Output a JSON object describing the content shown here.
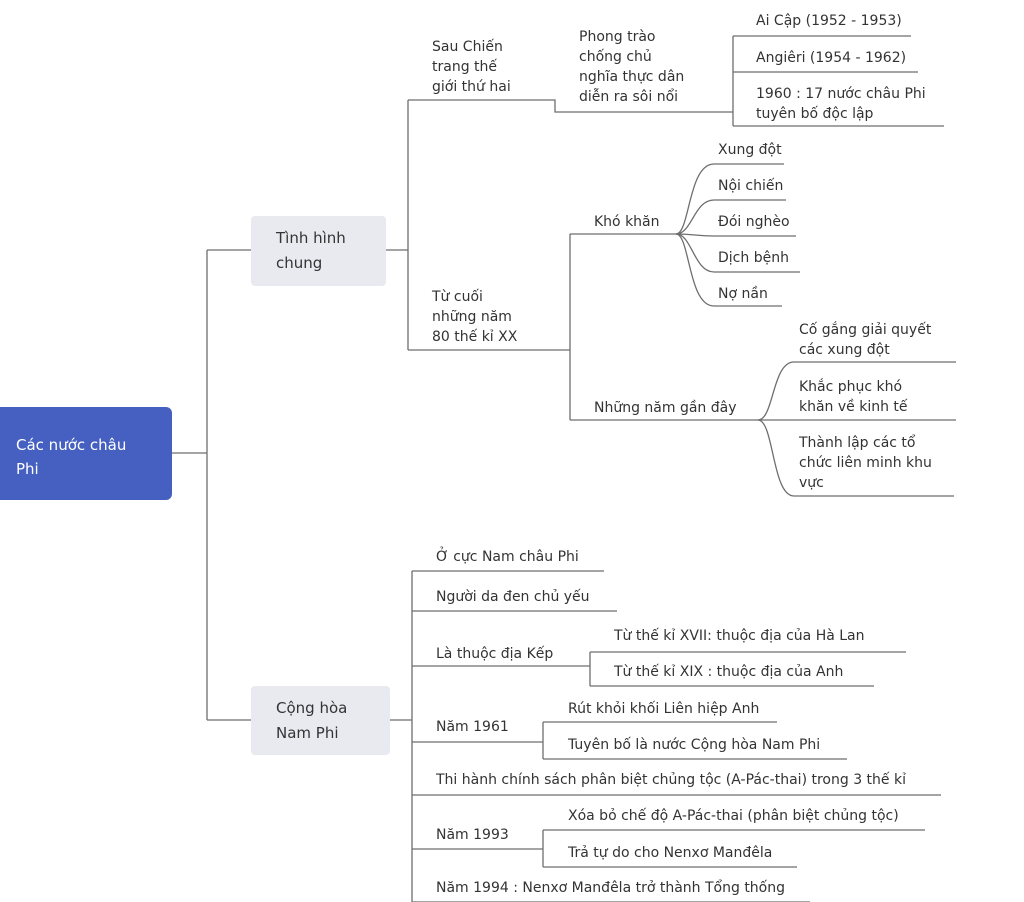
{
  "root": {
    "label": "Các nước châu\nPhi"
  },
  "branches": {
    "general": {
      "label": "Tình hình\nchung",
      "postwar": {
        "label": "Sau Chiến\ntrang thế\ngiới thứ hai",
        "movement": "Phong trào\nchống chủ\nnghĩa thực dân\ndiễn ra sôi nổi",
        "events": [
          "Ai Cập (1952 - 1953)",
          "Angiêri (1954 - 1962)",
          "1960 : 17 nước châu Phi\ntuyên bố độc lập"
        ]
      },
      "late80s": {
        "label": "Từ cuối\nnhững năm\n80 thế kỉ XX",
        "difficulties": {
          "label": "Khó khăn",
          "items": [
            "Xung đột",
            "Nội chiến",
            "Đói nghèo",
            "Dịch bệnh",
            "Nợ nần"
          ]
        },
        "recent": {
          "label": "Những năm gần đây",
          "items": [
            "Cố gắng giải quyết\ncác xung đột",
            "Khắc phục khó\nkhăn về kinh tế",
            "Thành lập các tổ\nchức liên minh khu\nvực"
          ]
        }
      }
    },
    "southafrica": {
      "label": "Cộng hòa\nNam Phi",
      "items": {
        "location": "Ở cực Nam châu Phi",
        "people": "Người da đen chủ yếu",
        "colony": {
          "label": "Là thuộc địa Kếp",
          "items": [
            "Từ thế kỉ XVII:  thuộc địa của Hà Lan",
            "Từ thế kỉ XIX : thuộc địa của Anh"
          ]
        },
        "y1961": {
          "label": "Năm 1961",
          "items": [
            "Rút khỏi khối Liên hiệp Anh",
            "Tuyên bố là nước Cộng hòa Nam Phi"
          ]
        },
        "apartheid": "Thi hành chính sách phân biệt chủng tộc (A-Pác-thai) trong 3 thế kỉ",
        "y1993": {
          "label": "Năm 1993",
          "items": [
            "Xóa bỏ chế độ A-Pác-thai (phân biệt chủng tộc)",
            "Trả tự do cho Nenxơ Manđêla"
          ]
        },
        "y1994": "Năm 1994 : Nenxơ Manđêla trở thành Tổng thống"
      }
    }
  },
  "colors": {
    "root_bg": "#4560c0",
    "branch_bg": "#e9eaf0",
    "line": "#6e6e6e",
    "text": "#333333"
  }
}
